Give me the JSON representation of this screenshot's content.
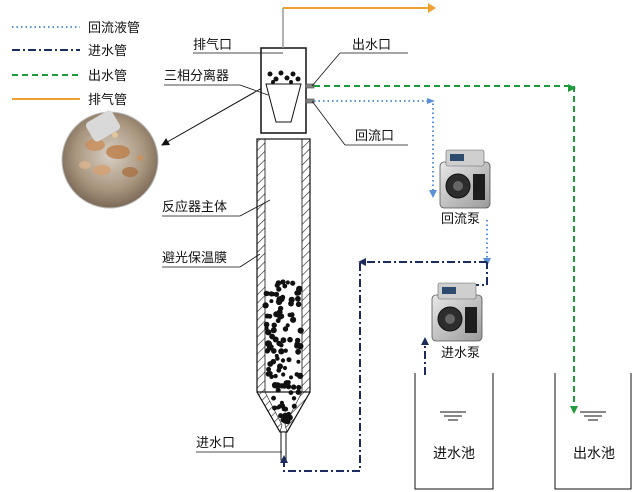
{
  "legend": [
    {
      "label": "回流液管",
      "color": "#5b8fd6",
      "style": "dotted"
    },
    {
      "label": "进水管",
      "color": "#1c2c5e",
      "style": "dash-dot"
    },
    {
      "label": "出水管",
      "color": "#1e9a3a",
      "style": "dashed"
    },
    {
      "label": "排气管",
      "color": "#f0a030",
      "style": "solid"
    }
  ],
  "labels": {
    "exhaust_port": "排气口",
    "three_phase_separator": "三相分离器",
    "outlet_port": "出水口",
    "reflux_port": "回流口",
    "reactor_body": "反应器主体",
    "light_shield_film": "避光保温膜",
    "inlet_port": "进水口",
    "reflux_pump": "回流泵",
    "inlet_pump": "进水泵",
    "inlet_tank": "进水池",
    "outlet_tank": "出水池"
  },
  "icons": {
    "pump": "peristaltic-pump-icon",
    "granule_photo": "sludge-granule-photo"
  }
}
